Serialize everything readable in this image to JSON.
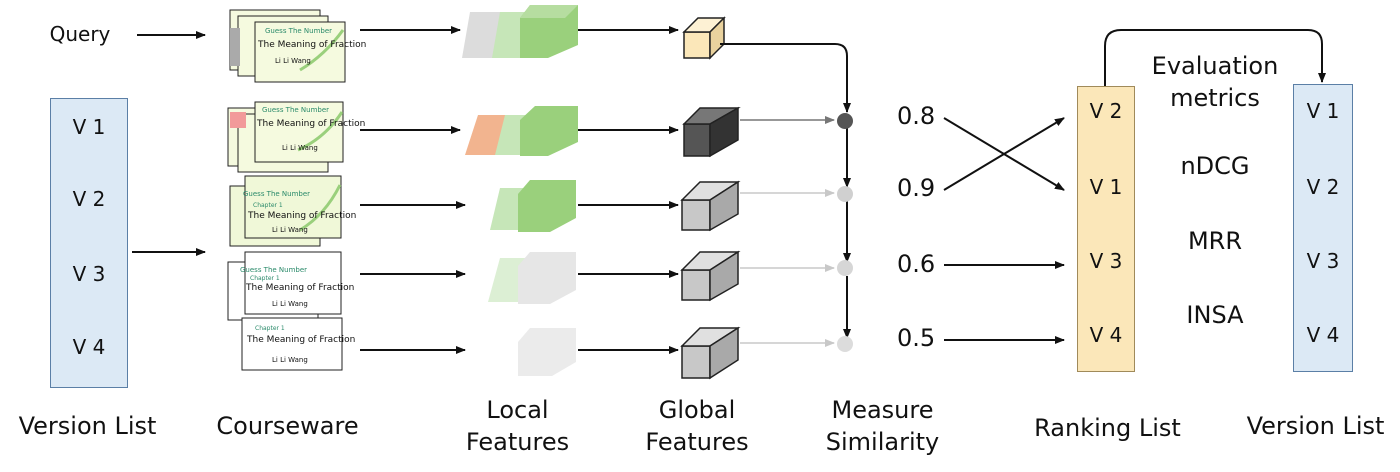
{
  "query_label": "Query",
  "left_version_list": {
    "items": [
      "V 1",
      "V 2",
      "V 3",
      "V 4"
    ],
    "caption": "Version List"
  },
  "courseware": {
    "caption": "Courseware",
    "slide_texts": {
      "top": "Guess The Number",
      "title": "The Meaning of Fraction",
      "author": "Li Li Wang",
      "chapter": "Chapter 1"
    }
  },
  "local_features_caption": "Local\nFeatures",
  "global_features_caption": "Global\nFeatures",
  "measure_similarity_caption": "Measure\nSimilarity",
  "scores": [
    "0.8",
    "0.9",
    "0.6",
    "0.5"
  ],
  "ranking_list": {
    "items": [
      "V 2",
      "V 1",
      "V 3",
      "V 4"
    ],
    "caption": "Ranking List"
  },
  "evaluation": {
    "title": "Evaluation\nmetrics",
    "metrics": [
      "nDCG",
      "MRR",
      "INSA"
    ]
  },
  "right_version_list": {
    "items": [
      "V 1",
      "V 2",
      "V 3",
      "V 4"
    ],
    "caption": "Version List"
  },
  "colors": {
    "version_box": "#dce9f5",
    "ranking_box": "#fbe7b9",
    "local_green": "#8fd07a",
    "local_orange": "#f2b48f",
    "global_query": "#fbe7b9",
    "global_dark": "#555555",
    "global_gray": "#c8c8c8"
  }
}
